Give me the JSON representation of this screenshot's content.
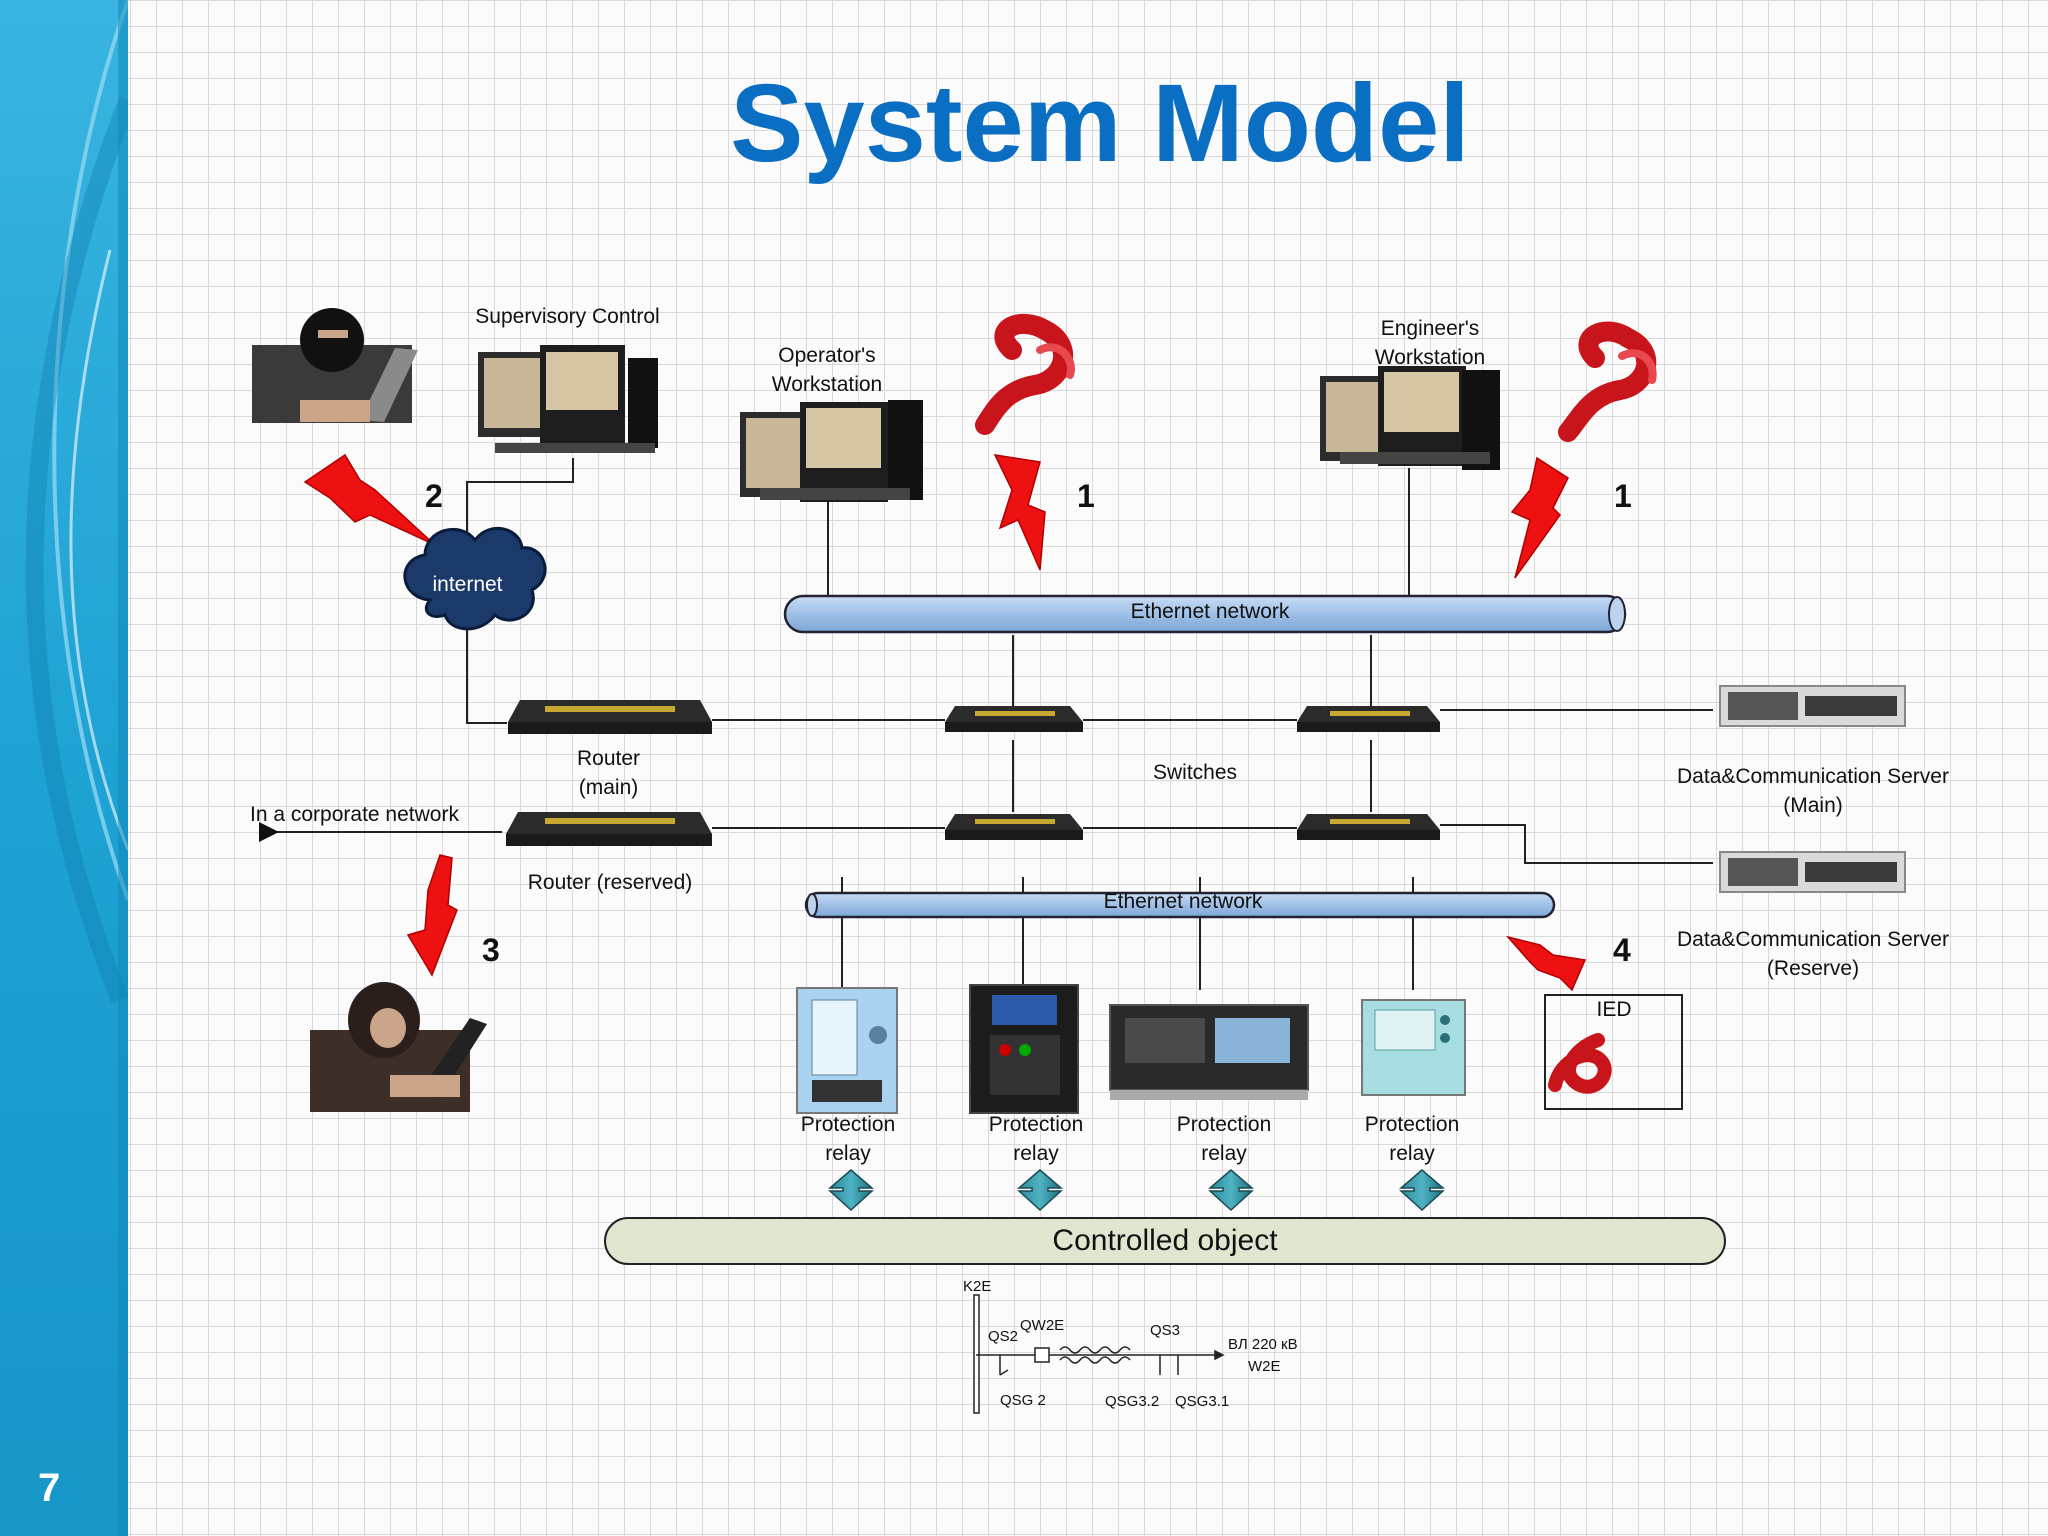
{
  "slide": {
    "title": "System Model",
    "number": "7"
  },
  "labels": {
    "supervisory": "Supervisory Control",
    "operator": "Operator's Workstation",
    "engineer": "Engineer's Workstation",
    "internet": "internet",
    "ethernet_top": "Ethernet network",
    "ethernet_bottom": "Ethernet network",
    "router_main": "Router (main)",
    "router_reserved": "Router (reserved)",
    "corporate": "In a corporate network",
    "switches": "Switches",
    "server_main": "Data&Communication Server (Main)",
    "server_reserve": "Data&Communication Server (Reserve)",
    "ied": "IED",
    "relay": "Protection relay",
    "controlled_object": "Controlled object"
  },
  "attack_numbers": {
    "a1": "1",
    "a1b": "1",
    "a2": "2",
    "a3": "3",
    "a4": "4"
  },
  "schematic": {
    "k2e": "K2E",
    "qs2": "QS2",
    "qw2e": "QW2E",
    "qs3": "QS3",
    "line_label": "ВЛ 220 кВ",
    "w2e": "W2E",
    "qsg2": "QSG 2",
    "qsg32": "QSG3.2",
    "qsg31": "QSG3.1"
  },
  "colors": {
    "title": "#0a6fc2",
    "sidebar": "#1aa3d4",
    "pipe": "#a9c8ea",
    "controlled": "#dfe6cf",
    "lightning": "#ee1111",
    "worm": "#c8151b"
  },
  "icons": [
    "hacker-icon",
    "computer-icon",
    "worm-icon",
    "lightning-icon",
    "cloud-icon",
    "router-icon",
    "switch-icon",
    "server-icon",
    "relay-icon",
    "bidirectional-arrow-icon"
  ]
}
